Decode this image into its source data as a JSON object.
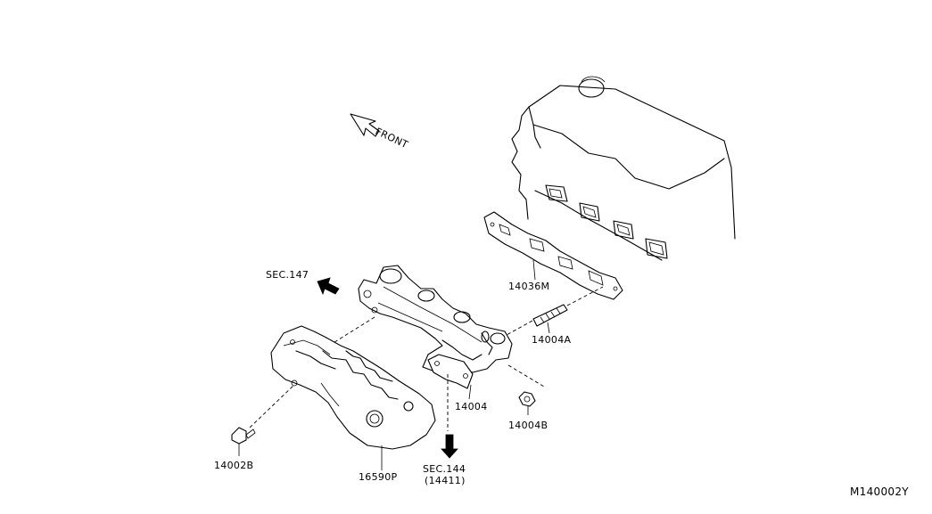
{
  "labels": {
    "front": "FRONT",
    "sec147": "SEC.147",
    "gasket": "14036M",
    "stud": "14004A",
    "manifold": "14004",
    "nut": "14004B",
    "bolt": "14002B",
    "heat_shield": "16590P",
    "sec144": "SEC.144",
    "sec144_sub": "(14411)",
    "diagram_id": "M140002Y"
  }
}
